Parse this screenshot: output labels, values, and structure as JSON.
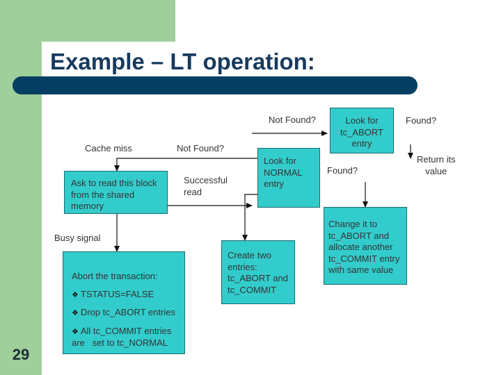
{
  "slide": {
    "title": "Example – LT operation:",
    "number": "29"
  },
  "colors": {
    "accent_green": "#9fcf9a",
    "title_bar": "#053e63",
    "box_fill": "#33cccc",
    "title_text": "#173a5e"
  },
  "diagram": {
    "labels": {
      "cache_miss": "Cache miss",
      "not_found_1": "Not Found?",
      "not_found_2": "Not Found?",
      "successful_read": [
        "Successful",
        "read"
      ],
      "busy_signal": "Busy signal",
      "found_1": "Found?",
      "found_2": "Found?",
      "return_value": [
        "Return its",
        "value"
      ]
    },
    "boxes": {
      "ask_read": [
        "Ask to read this block",
        "from the shared",
        "memory"
      ],
      "abort": {
        "line": "Abort the transaction:",
        "bullets": [
          "TSTATUS=FALSE",
          "Drop tc_ABORT entries",
          "All tc_COMMIT entries",
          "are   set to tc_NORMAL"
        ]
      },
      "create_entries": [
        "Create two",
        "entries:",
        "tc_ABORT and",
        "tc_COMMIT"
      ],
      "look_normal": [
        "Look for",
        "NORMAL",
        "entry"
      ],
      "look_abort": [
        "Look for",
        "tc_ABORT",
        "entry"
      ],
      "change_abort": [
        "Change it to",
        "tc_ABORT and",
        "allocate another",
        "tc_COMMIT entry",
        "with same value"
      ]
    }
  }
}
